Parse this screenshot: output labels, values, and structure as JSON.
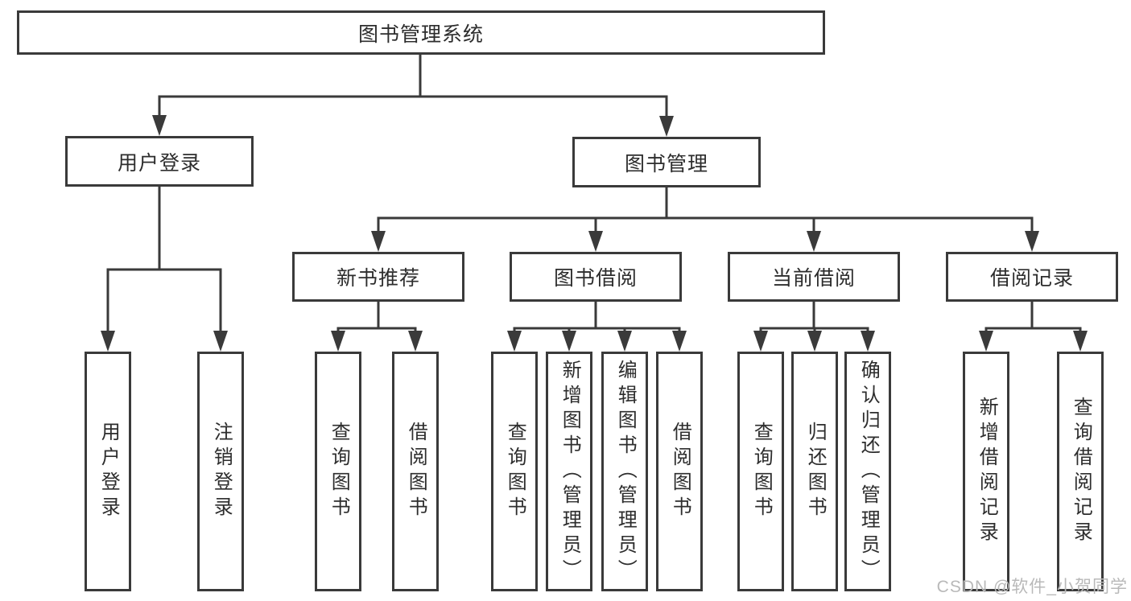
{
  "colors": {
    "line": "#3a3a3a",
    "box_border": "#3a3a3a",
    "box_fill": "#ffffff",
    "text": "#2d2d2d",
    "watermark": "#b9b9b9"
  },
  "watermark": {
    "text": "CSDN @软件_小贺同学"
  },
  "tree": {
    "label": "图书管理系统",
    "children": [
      {
        "label": "用户登录",
        "children": [
          {
            "label": "用户登录"
          },
          {
            "label": "注销登录"
          }
        ]
      },
      {
        "label": "图书管理",
        "children": [
          {
            "label": "新书推荐",
            "children": [
              {
                "label": "查询图书"
              },
              {
                "label": "借阅图书"
              }
            ]
          },
          {
            "label": "图书借阅",
            "children": [
              {
                "label": "查询图书"
              },
              {
                "label": "新增图书（管理员）"
              },
              {
                "label": "编辑图书（管理员）"
              },
              {
                "label": "借阅图书"
              }
            ]
          },
          {
            "label": "当前借阅",
            "children": [
              {
                "label": "查询图书"
              },
              {
                "label": "归还图书"
              },
              {
                "label": "确认归还（管理员）"
              }
            ]
          },
          {
            "label": "借阅记录",
            "children": [
              {
                "label": "新增借阅记录"
              },
              {
                "label": "查询借阅记录"
              }
            ]
          }
        ]
      }
    ]
  }
}
